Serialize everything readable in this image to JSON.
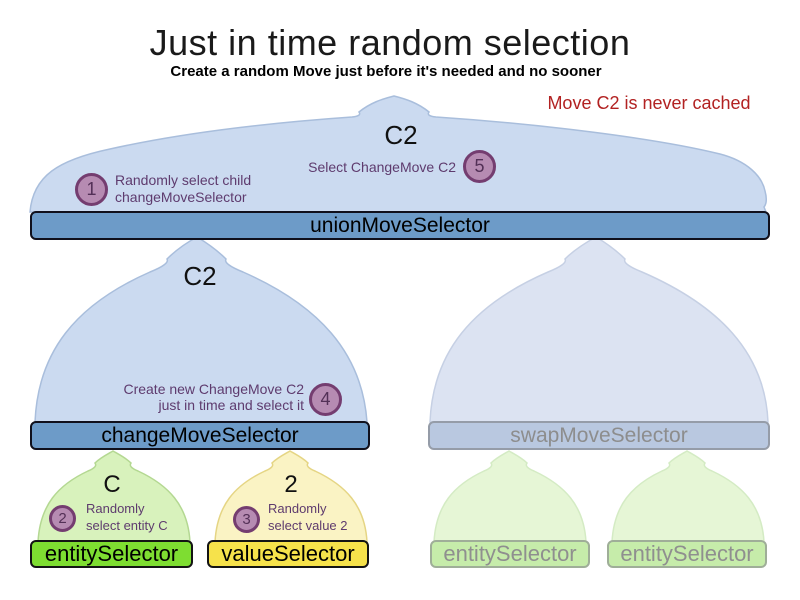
{
  "title": "Just in time random selection",
  "subtitle": "Create a random Move just before it's needed and no sooner",
  "annotation": "Move C2 is never cached",
  "colors": {
    "annotation_red": "#b22222",
    "step_text_purple": "#5e3b6e",
    "circle_fill": "#b68bb2",
    "circle_border": "#743d70",
    "active_bar_blue": "#6d9bc8",
    "faded_bar_blue": "#b9c8e0",
    "entity_bar_green": "#7edd31",
    "value_bar_yellow": "#f6e24b",
    "faded_entity_bar_green": "#c6ecaa",
    "funnel_blue": "#cbdaf0",
    "funnel_blue_faded": "#dce3f2",
    "funnel_green": "#d8f2bc",
    "funnel_yellow": "#faf3c4",
    "funnel_green_faded": "#e6f6d6"
  },
  "union": {
    "move_label": "C2",
    "bar_label": "unionMoveSelector",
    "step1": {
      "num": "1",
      "line1": "Randomly select child",
      "line2": "changeMoveSelector"
    },
    "step5": {
      "num": "5",
      "label": "Select ChangeMove C2"
    }
  },
  "change": {
    "move_label": "C2",
    "bar_label": "changeMoveSelector",
    "step4": {
      "num": "4",
      "line1": "Create new ChangeMove C2",
      "line2": "just in time and select it"
    }
  },
  "swap": {
    "bar_label": "swapMoveSelector"
  },
  "entity": {
    "move_label": "C",
    "bar_label": "entitySelector",
    "step2": {
      "num": "2",
      "line1": "Randomly",
      "line2": "select entity C"
    }
  },
  "value": {
    "move_label": "2",
    "bar_label": "valueSelector",
    "step3": {
      "num": "3",
      "line1": "Randomly",
      "line2": "select value 2"
    }
  },
  "faded_entity_1": {
    "bar_label": "entitySelector"
  },
  "faded_entity_2": {
    "bar_label": "entitySelector"
  }
}
